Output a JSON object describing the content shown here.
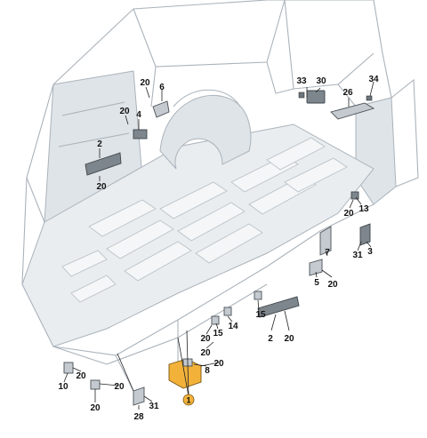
{
  "diagram": {
    "highlight_color": "#f2b23a",
    "callouts": [
      {
        "id": "c33",
        "label": "33"
      },
      {
        "id": "c30",
        "label": "30"
      },
      {
        "id": "c34",
        "label": "34"
      },
      {
        "id": "c26",
        "label": "26"
      },
      {
        "id": "c20a",
        "label": "20"
      },
      {
        "id": "c6",
        "label": "6"
      },
      {
        "id": "c20b",
        "label": "20"
      },
      {
        "id": "c4",
        "label": "4"
      },
      {
        "id": "c2a",
        "label": "2"
      },
      {
        "id": "c20c",
        "label": "20"
      },
      {
        "id": "c20d",
        "label": "20"
      },
      {
        "id": "c13",
        "label": "13"
      },
      {
        "id": "c7",
        "label": "7"
      },
      {
        "id": "c31a",
        "label": "31"
      },
      {
        "id": "c3",
        "label": "3"
      },
      {
        "id": "c5",
        "label": "5"
      },
      {
        "id": "c20e",
        "label": "20"
      },
      {
        "id": "c15a",
        "label": "15"
      },
      {
        "id": "c2b",
        "label": "2"
      },
      {
        "id": "c20f",
        "label": "20"
      },
      {
        "id": "c14",
        "label": "14"
      },
      {
        "id": "c15b",
        "label": "15"
      },
      {
        "id": "c20g",
        "label": "20"
      },
      {
        "id": "c20h",
        "label": "20"
      },
      {
        "id": "c8",
        "label": "8"
      },
      {
        "id": "c20i",
        "label": "20"
      },
      {
        "id": "c10",
        "label": "10"
      },
      {
        "id": "c20j",
        "label": "20"
      },
      {
        "id": "c20k",
        "label": "20"
      },
      {
        "id": "c20l",
        "label": "20"
      },
      {
        "id": "c28",
        "label": "28"
      },
      {
        "id": "c31b",
        "label": "31"
      },
      {
        "id": "c1",
        "label": "1"
      }
    ]
  }
}
